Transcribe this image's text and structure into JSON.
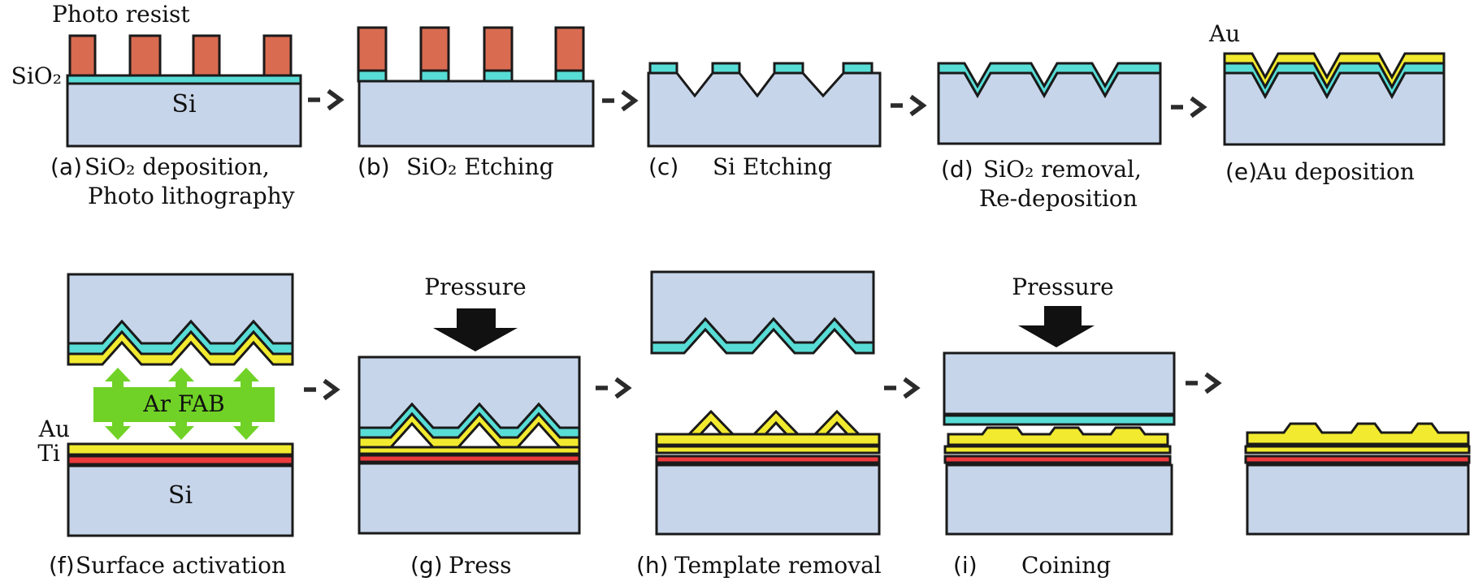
{
  "colors": {
    "si": "#C7D5EA",
    "sio2": "#58DCD6",
    "resist": "#D96B51",
    "au": "#F2EA2F",
    "ti": "#EC3A3C",
    "fab": "#70D226",
    "outline": "#1A1A1A",
    "arrow": "#2B2B2B"
  },
  "labels": {
    "photo_resist": "Photo resist",
    "sio2": "SiO₂",
    "si": "Si",
    "au": "Au",
    "ti": "Ti",
    "ar_fab": "Ar FAB",
    "pressure": "Pressure"
  },
  "steps": [
    {
      "prefix": "(a)",
      "line1": "SiO₂ deposition,",
      "line2": "Photo lithography"
    },
    {
      "prefix": "(b)",
      "line1": "SiO₂ Etching"
    },
    {
      "prefix": "(c)",
      "line1": "Si Etching"
    },
    {
      "prefix": "(d)",
      "line1": "SiO₂ removal,",
      "line2": "Re-deposition"
    },
    {
      "prefix": "(e)",
      "line1": "Au deposition"
    },
    {
      "prefix": "(f)",
      "line1": "Surface activation"
    },
    {
      "prefix": "(g)",
      "line1": "Press"
    },
    {
      "prefix": "(h)",
      "line1": "Template removal"
    },
    {
      "prefix": "(i)",
      "line1": "Coining"
    }
  ]
}
